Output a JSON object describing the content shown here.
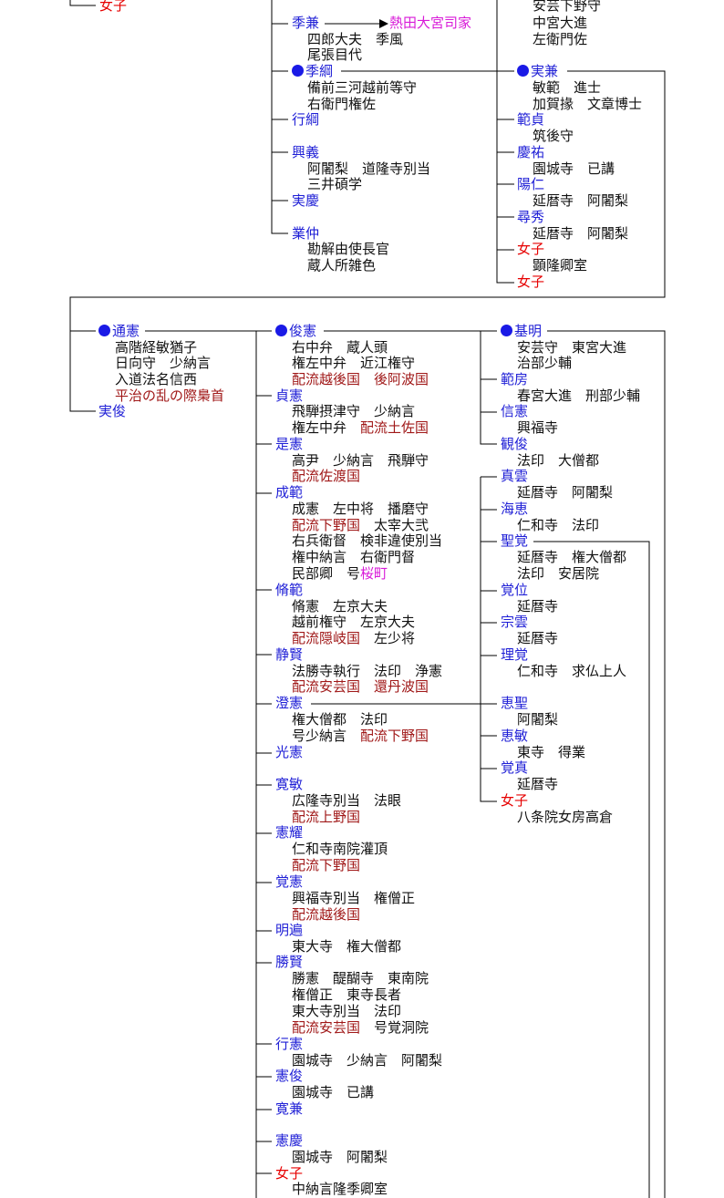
{
  "colors": {
    "name": "#1f1fd6",
    "female": "#e60000",
    "exile": "#a01818",
    "house": "#d81ad8",
    "dot": "#1a1ae6",
    "line": "#000000"
  },
  "top": {
    "c1": {
      "nyoshi": "女子"
    },
    "c2": {
      "suekane": {
        "name": "季兼",
        "link": "熱田大宮司家",
        "notes": [
          "四郎大夫　季風",
          "尾張目代"
        ]
      },
      "suetsuna": {
        "name": "季綱",
        "notes": [
          "備前三河越前等守",
          "右衛門権佐"
        ]
      },
      "yukitsuna": {
        "name": "行綱"
      },
      "kogi": {
        "name": "興義",
        "notes": [
          "阿闍梨　道隆寺別当",
          "三井碩学"
        ]
      },
      "jikkei": {
        "name": "実慶"
      },
      "narinaka": {
        "name": "業仲",
        "notes": [
          "勘解由使長官",
          "蔵人所雑色"
        ]
      }
    },
    "c3": {
      "top_notes": [
        "安芸下野守",
        "中宮大進",
        "左衛門佐"
      ],
      "sanekane": {
        "name": "実兼",
        "notes": [
          "敏範　進士",
          "加賀掾　文章博士"
        ]
      },
      "nori": {
        "name": "範貞",
        "notes": [
          "筑後守"
        ]
      },
      "keiyu": {
        "name": "慶祐",
        "notes": [
          "園城寺　已講"
        ]
      },
      "yonin": {
        "name": "陽仁",
        "notes": [
          "延暦寺　阿闍梨"
        ]
      },
      "jinshu": {
        "name": "尋秀",
        "notes": [
          "延暦寺　阿闍梨"
        ]
      },
      "nyoshi1": {
        "name": "女子",
        "notes": [
          "顕隆卿室"
        ]
      },
      "nyoshi2": {
        "name": "女子"
      }
    }
  },
  "bottom": {
    "c1": {
      "shinzei": {
        "name": "通憲",
        "notes": [
          "高階経敏猶子",
          "日向守　少納言",
          "入道法名信西"
        ],
        "exile_note": "平治の乱の際梟首"
      },
      "jisshun": {
        "name": "実俊"
      }
    },
    "c2": {
      "toshinori": {
        "name": "俊憲",
        "notes": [
          "右中弁　蔵人頭",
          "権左中弁　近江権守"
        ],
        "exile": "配流越後国　後阿波国"
      },
      "sadanori": {
        "name": "貞憲",
        "notes": [
          "飛騨摂津守　少納言"
        ],
        "mixed_pre": "権左中弁　",
        "mixed_exile": "配流土佐国"
      },
      "korenori": {
        "name": "是憲",
        "notes": [
          "高尹　少納言　飛騨守"
        ],
        "exile": "配流佐渡国"
      },
      "shigenori": {
        "name": "成範",
        "note1": "成憲　左中将　播磨守",
        "exile_pre": "配流下野国",
        "exile_post": "　太宰大弐",
        "notes": [
          "右兵衛督　検非違使別当",
          "権中納言　右衛門督"
        ],
        "last_pre": "民部卿　号",
        "last_house": "桜町"
      },
      "osanori": {
        "name": "脩範",
        "notes": [
          "脩憲　左京大夫",
          "越前権守　左京大夫"
        ],
        "exile": "配流隠岐国",
        "exile_post": "　左少将"
      },
      "seiken": {
        "name": "静賢",
        "notes": [
          "法勝寺執行　法印　浄憲"
        ],
        "exile": "配流安芸国　還丹波国"
      },
      "choken": {
        "name": "澄憲",
        "notes": [
          "権大僧都　法印"
        ],
        "pre": "号少納言　",
        "exile": "配流下野国"
      },
      "koken": {
        "name": "光憲"
      },
      "kakubin": {
        "name": "寛敏",
        "notes": [
          "広隆寺別当　法眼"
        ],
        "exile": "配流上野国"
      },
      "kenyo": {
        "name": "憲耀",
        "notes": [
          "仁和寺南院灌頂"
        ],
        "exile": "配流下野国"
      },
      "kakuken": {
        "name": "覚憲",
        "notes": [
          "興福寺別当　権僧正"
        ],
        "exile": "配流越後国"
      },
      "meihen": {
        "name": "明遍",
        "notes": [
          "東大寺　権大僧都"
        ]
      },
      "shoken": {
        "name": "勝賢",
        "notes": [
          "勝憲　醍醐寺　東南院",
          "権僧正　東寺長者",
          "東大寺別当　法印"
        ],
        "exile": "配流安芸国",
        "exile_post": "　号覚洞院"
      },
      "gyoken": {
        "name": "行憲",
        "notes": [
          "園城寺　少納言　阿闍梨"
        ]
      },
      "kenshun": {
        "name": "憲俊",
        "notes": [
          "園城寺　已講"
        ]
      },
      "kanken": {
        "name": "寛兼"
      },
      "kenkei": {
        "name": "憲慶",
        "notes": [
          "園城寺　阿闍梨"
        ]
      },
      "nyoshi": {
        "name": "女子",
        "notes": [
          "中納言隆季卿室"
        ]
      }
    },
    "c3": {
      "motoaki": {
        "name": "基明",
        "notes": [
          "安芸守　東宮大進",
          "治部少輔"
        ]
      },
      "norifusa": {
        "name": "範房",
        "notes": [
          "春宮大進　刑部少輔"
        ]
      },
      "shinken": {
        "name": "信憲",
        "notes": [
          "興福寺"
        ]
      },
      "kanshun": {
        "name": "観俊",
        "notes": [
          "法印　大僧都"
        ]
      }
    },
    "c4": {
      "shinun": {
        "name": "真雲",
        "notes": [
          "延暦寺　阿闍梨"
        ]
      },
      "kaie": {
        "name": "海恵",
        "notes": [
          "仁和寺　法印"
        ]
      },
      "seikaku": {
        "name": "聖覚",
        "notes": [
          "延暦寺　権大僧都",
          "法印　安居院"
        ]
      },
      "kakui": {
        "name": "覚位",
        "notes": [
          "延暦寺"
        ]
      },
      "soun": {
        "name": "宗雲",
        "notes": [
          "延暦寺"
        ]
      },
      "rikaku": {
        "name": "理覚",
        "notes": [
          "仁和寺　求仏上人"
        ]
      },
      "keisho": {
        "name": "恵聖",
        "notes": [
          "阿闍梨"
        ]
      },
      "ebin": {
        "name": "恵敏",
        "notes": [
          "東寺　得業"
        ]
      },
      "kakushin": {
        "name": "覚真",
        "notes": [
          "延暦寺"
        ]
      },
      "nyoshi": {
        "name": "女子",
        "notes": [
          "八条院女房高倉"
        ]
      }
    }
  }
}
